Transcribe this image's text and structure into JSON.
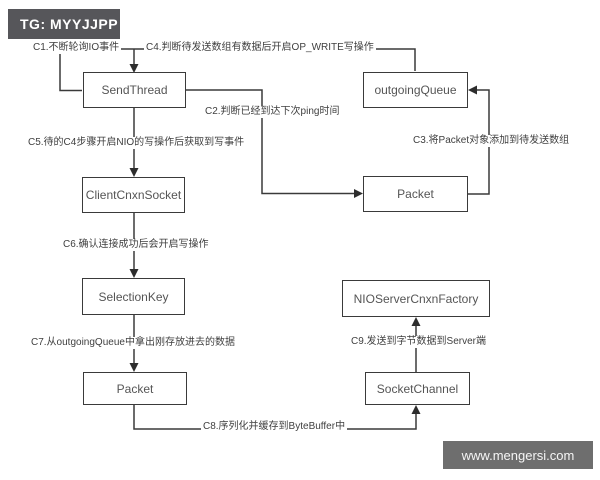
{
  "header": {
    "title": "TG: MYYJJPP"
  },
  "footer": {
    "website": "www.mengersi.com"
  },
  "diagram": {
    "nodes": [
      {
        "id": "sendThread",
        "label": "SendThread"
      },
      {
        "id": "outgoingQueue",
        "label": "outgoingQueue"
      },
      {
        "id": "clientCnxnSocket",
        "label": "ClientCnxnSocket"
      },
      {
        "id": "packetRight",
        "label": "Packet"
      },
      {
        "id": "selectionKey",
        "label": "SelectionKey"
      },
      {
        "id": "nioServerCnxnFactory",
        "label": "NIOServerCnxnFactory"
      },
      {
        "id": "packetLeft",
        "label": "Packet"
      },
      {
        "id": "socketChannel",
        "label": "SocketChannel"
      }
    ],
    "annotations": [
      {
        "id": "c1",
        "text": "C1.不断轮询IO事件"
      },
      {
        "id": "c2",
        "text": "C2.判断已经到达下次ping时间"
      },
      {
        "id": "c3",
        "text": "C3.将Packet对象添加到待发送数组"
      },
      {
        "id": "c4",
        "text": "C4.判断待发送数组有数据后开启OP_WRITE写操作"
      },
      {
        "id": "c5",
        "text": "C5.待的C4步骤开启NIO的写操作后获取到写事件"
      },
      {
        "id": "c6",
        "text": "C6.确认连接成功后会开启写操作"
      },
      {
        "id": "c7",
        "text": "C7.从outgoingQueue中拿出刚存放进去的数据"
      },
      {
        "id": "c8",
        "text": "C8.序列化并缓存到ByteBuffer中"
      },
      {
        "id": "c9",
        "text": "C9.发送到字节数据到Server端"
      }
    ],
    "colors": {
      "background": "#ffffff",
      "title_bg": "#56565a",
      "footer_bg": "#6e6e6e",
      "line": "#3a3a3a",
      "box_border": "#3a3a3a",
      "box_text": "#555555",
      "annotation_text": "#3f3f3f"
    }
  }
}
